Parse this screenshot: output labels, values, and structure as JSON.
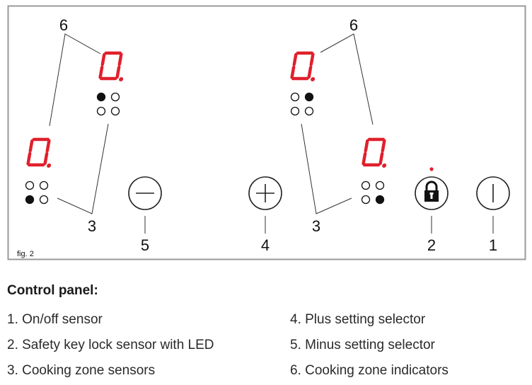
{
  "figure": {
    "caption": "fig. 2",
    "accent_color": "#e0202c",
    "zones": [
      {
        "id": "front-left",
        "display": "0.",
        "sensors_active": [
          false,
          false,
          true,
          false
        ]
      },
      {
        "id": "rear-left",
        "display": "0.",
        "sensors_active": [
          true,
          false,
          false,
          false
        ]
      },
      {
        "id": "rear-right",
        "display": "0.",
        "sensors_active": [
          false,
          true,
          false,
          false
        ]
      },
      {
        "id": "front-right",
        "display": "0.",
        "sensors_active": [
          false,
          false,
          false,
          true
        ]
      }
    ],
    "buttons": [
      {
        "id": "minus",
        "icon": "minus-icon",
        "callout": "5"
      },
      {
        "id": "plus",
        "icon": "plus-icon",
        "callout": "4"
      },
      {
        "id": "lock",
        "icon": "lock-icon",
        "callout": "2",
        "led": true
      },
      {
        "id": "power",
        "icon": "power-icon",
        "callout": "1"
      }
    ],
    "callouts": {
      "zone_indicators": "6",
      "zone_sensors": "3"
    }
  },
  "legend": {
    "title": "Control panel:",
    "items": [
      "1.  On/off sensor",
      "2. Safety key lock sensor with LED",
      "3. Cooking zone sensors",
      "4. Plus setting selector",
      "5. Minus setting selector",
      "6. Cooking zone indicators"
    ]
  }
}
